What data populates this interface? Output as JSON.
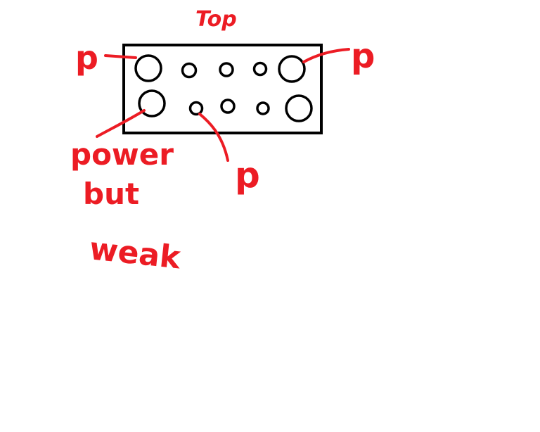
{
  "diagram": {
    "labels": {
      "top": "Top",
      "p_upper_left": "p",
      "p_upper_right": "p",
      "p_bottom_middle": "p",
      "power_line1": "power",
      "power_line2": "but",
      "power_line3": "weak"
    },
    "colors": {
      "ink": "#ec1c24",
      "outline": "#000000",
      "background": "#ffffff"
    }
  }
}
